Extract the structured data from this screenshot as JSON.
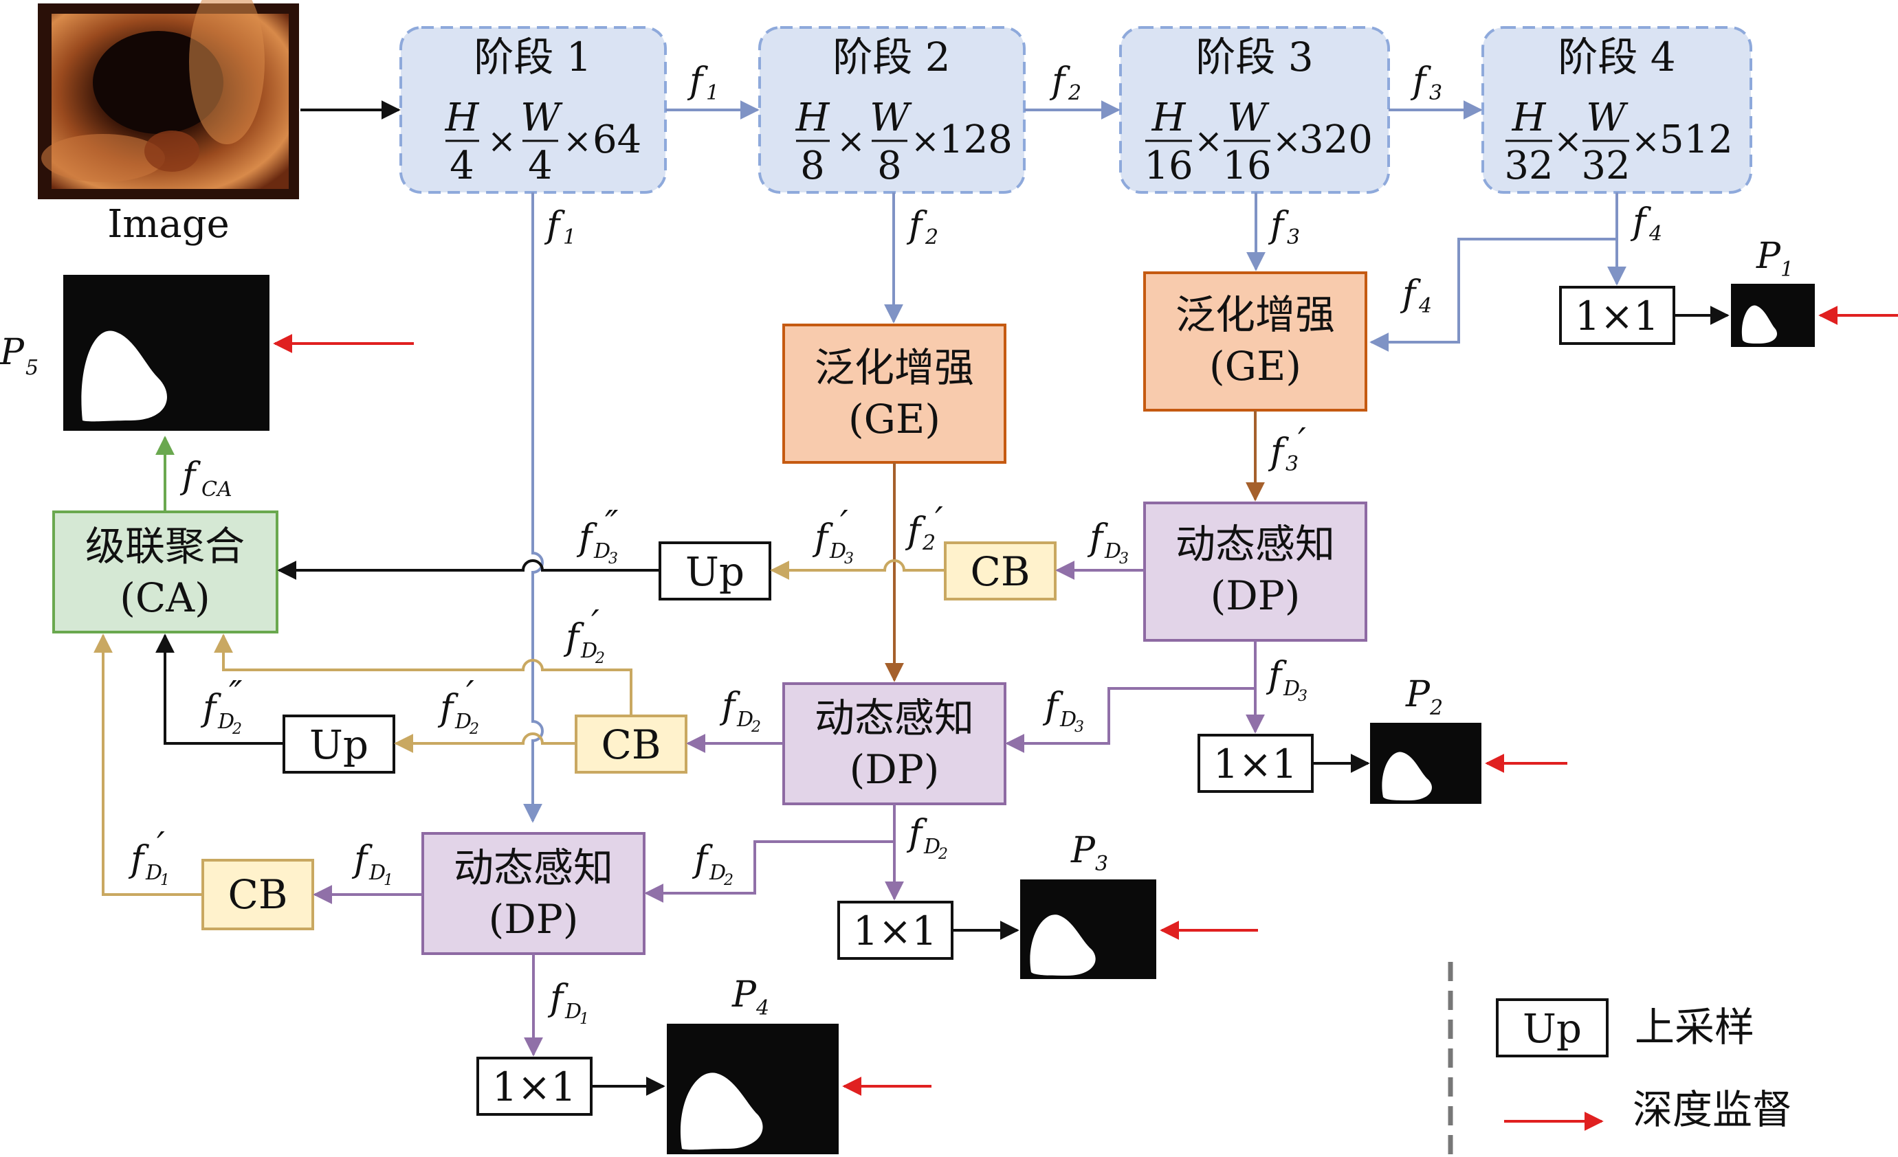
{
  "input": {
    "label": "Image"
  },
  "stages": [
    {
      "title": "阶段 1",
      "h_den": "4",
      "w_den": "4",
      "ch": "64"
    },
    {
      "title": "阶段 2",
      "h_den": "8",
      "w_den": "8",
      "ch": "128"
    },
    {
      "title": "阶段 3",
      "h_den": "16",
      "w_den": "16",
      "ch": "320"
    },
    {
      "title": "阶段 4",
      "h_den": "32",
      "w_den": "32",
      "ch": "512"
    }
  ],
  "math": {
    "H": "H",
    "W": "W",
    "times": "×"
  },
  "ge": {
    "line1": "泛化增强",
    "line2": "(GE)"
  },
  "dp": {
    "line1": "动态感知",
    "line2": "(DP)"
  },
  "ca": {
    "line1": "级联聚合",
    "line2": "(CA)"
  },
  "cb": "CB",
  "up": "Up",
  "conv": "1×1",
  "f": "f",
  "subs": {
    "s1": "1",
    "s2": "2",
    "s3": "3",
    "s4": "4",
    "D": "D",
    "CA": "CA",
    "prime": "′",
    "dprime": "″"
  },
  "preds": {
    "P": "P",
    "p1": "1",
    "p2": "2",
    "p3": "3",
    "p4": "4",
    "p5": "5"
  },
  "legend": {
    "up_box": "Up",
    "up_text": "上采样",
    "ds_text": "深度监督"
  },
  "colors": {
    "stage_fill": "#dae3f3",
    "stage_stroke": "#8ea9db",
    "ge_fill": "#f8cbad",
    "ge_stroke": "#c55a11",
    "dp_fill": "#e2d4e8",
    "dp_stroke": "#8e6aa3",
    "cb_fill": "#fff2cc",
    "cb_stroke": "#c9a861",
    "ca_fill": "#d5e8d4",
    "ca_stroke": "#6aa84f",
    "blue_line": "#7f93c5",
    "brown_line": "#a5602c",
    "purple_line": "#9070a8",
    "gold_line": "#c9a861",
    "green_line": "#6aa84f",
    "red_arrow": "#e02020"
  }
}
